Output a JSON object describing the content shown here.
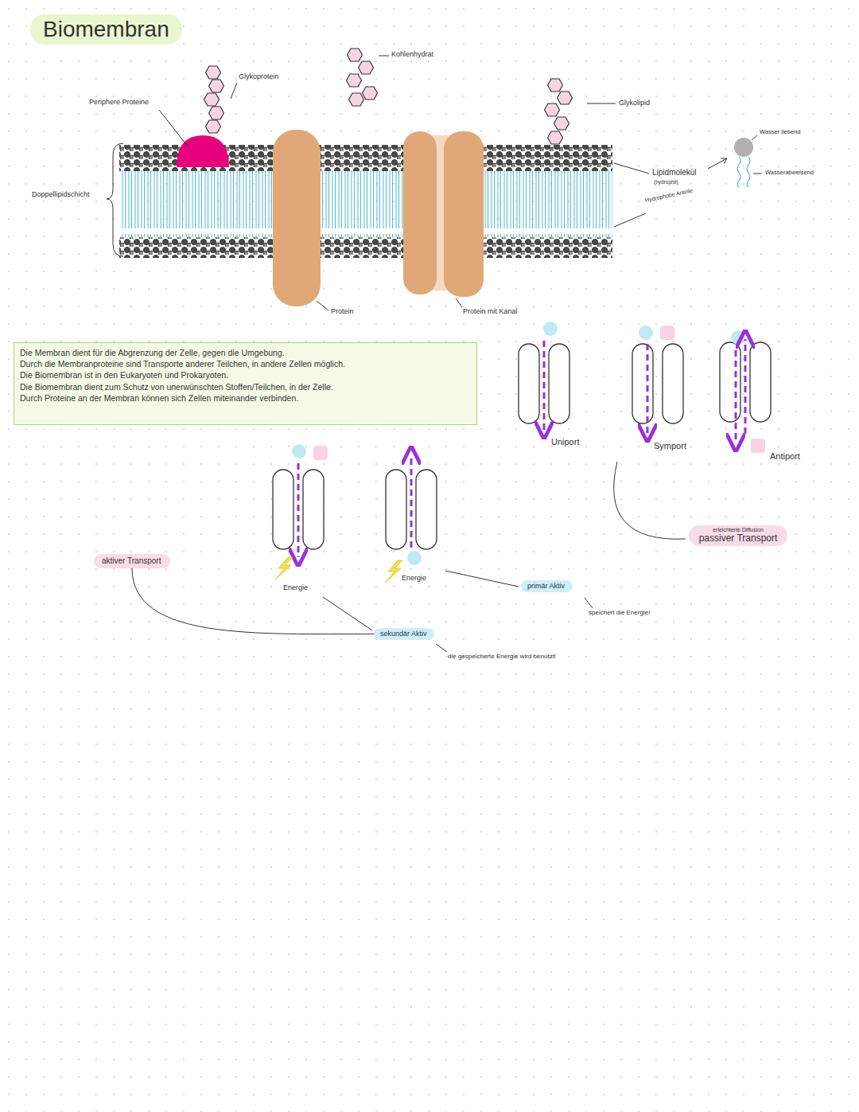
{
  "diagram": {
    "title": "Biomembran",
    "nodes": [
      {
        "text": [
          "Die Membran dient für die Abgrenzung der Zelle, gegen die Umgebung.",
          "Durch die Membranproteine sind Transporte anderer Teilchen, in andere Zellen möglich.",
          "Die Biomembran ist in den Eukaryoten und Prokaryoten.",
          "Die Biomembran dient zum Schutz von unerwünschten Stoffen/Teilchen, in der Zelle.",
          "Durch Proteine an der Membran können sich Zellen miteinander verbinden."
        ]
      },
      {
        "text": [
          "erleichterte Diffusion",
          "passiver Transport"
        ]
      },
      {
        "text": [
          "aktiver Transport"
        ]
      },
      {
        "text": [
          "primär Aktiv"
        ]
      },
      {
        "text": [
          "sekundär Aktiv"
        ]
      }
    ],
    "edges": [
      {
        "from": 2,
        "to": 4,
        "arrow": "none"
      }
    ],
    "labels": [
      "Kohlenhydrat",
      "Glykoprotein",
      "Periphere Proteine",
      "Glykolipid",
      "Wasser liebend",
      "Lipidmolekül",
      "(hydrophil)",
      "Wasserabweisend",
      "Hydrophobe Anteile",
      "Doppellipidschicht",
      "Protein",
      "Protein mit Kanal",
      "Uniport",
      "Symport",
      "Antiport",
      "Energie",
      "Energie",
      "speichert die Energie!",
      "die gespeicherte Energie wird benutzt!"
    ]
  }
}
